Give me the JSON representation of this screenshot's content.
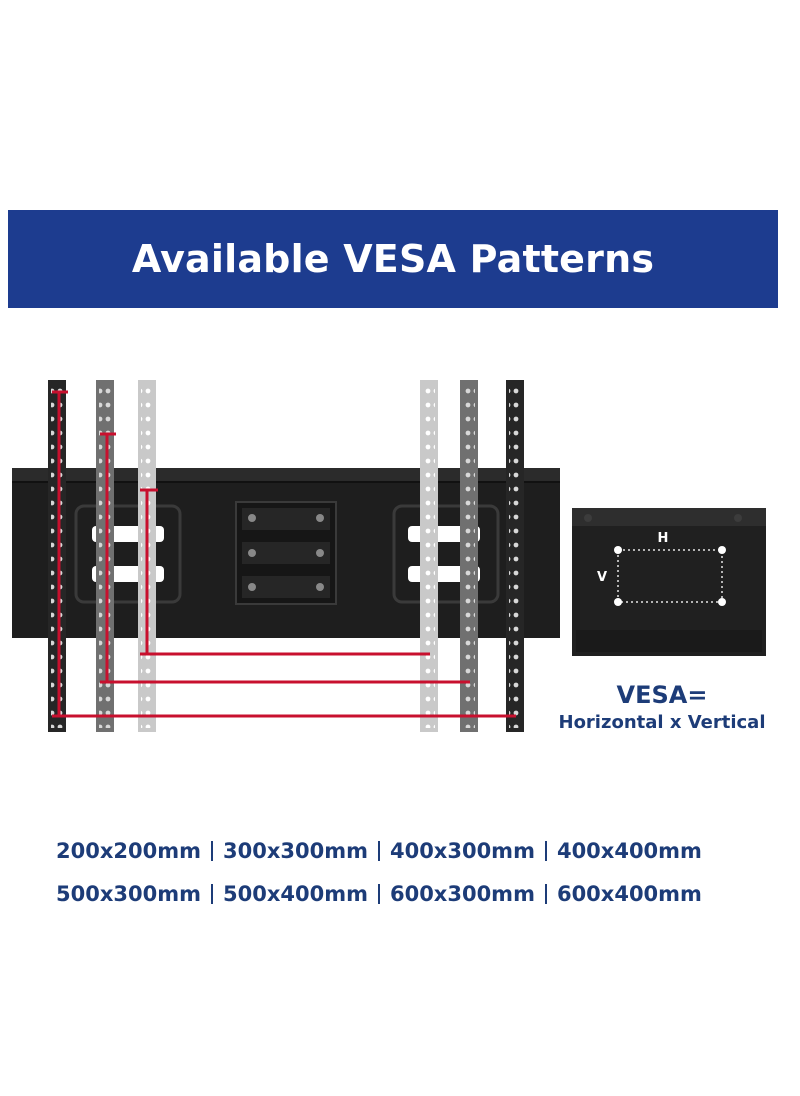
{
  "banner": {
    "title": "Available VESA Patterns"
  },
  "tv_diagram": {
    "h_label": "H",
    "v_label": "V"
  },
  "vesa_caption": {
    "line1": "VESA=",
    "line2": "Horizontal x Vertical"
  },
  "sizes": {
    "row1": [
      "200x200mm",
      "300x300mm",
      "400x300mm",
      "400x400mm"
    ],
    "row2": [
      "500x300mm",
      "500x400mm",
      "600x300mm",
      "600x400mm"
    ]
  },
  "colors": {
    "banner_bg": "#1d3c8f",
    "text_blue": "#1d3c78",
    "red_marker": "#c8102e",
    "mount_black": "#1a1a1a"
  }
}
